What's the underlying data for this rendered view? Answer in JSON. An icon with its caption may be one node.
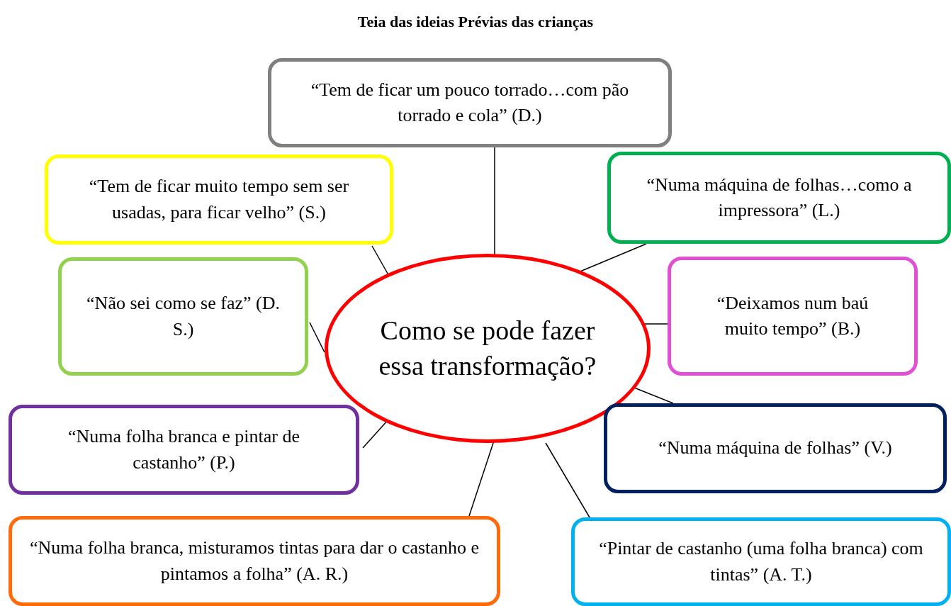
{
  "diagram": {
    "title": "Teia das ideias Prévias das crianças",
    "nodes": [
      {
        "text": [
          "“Tem de ficar um pouco torrado…com pão torrado e cola” (D.)"
        ]
      },
      {
        "text": [
          "“Tem de ficar muito tempo sem ser usadas, para ficar velho” (S.)"
        ]
      },
      {
        "text": [
          "“Numa máquina de folhas…como a impressora” (L.)"
        ]
      },
      {
        "text": [
          "“Não sei como se faz” (D. S.)"
        ]
      },
      {
        "text": [
          "Como se pode fazer essa transformação?"
        ]
      },
      {
        "text": [
          "“Deixamos num baú muito tempo” (B.)"
        ]
      },
      {
        "text": [
          "“Numa folha branca e pintar de castanho” (P.)"
        ]
      },
      {
        "text": [
          "“Numa máquina de folhas” (V.)"
        ]
      },
      {
        "text": [
          "“Numa folha branca, misturamos tintas para dar o castanho e pintamos a folha” (A. R.)"
        ]
      },
      {
        "text": [
          "“Pintar de castanho (uma folha branca) com tintas” (A. T.)"
        ]
      }
    ],
    "edges": [
      {
        "from": 4,
        "to": 0,
        "arrow": "none"
      },
      {
        "from": 4,
        "to": 1,
        "arrow": "none"
      },
      {
        "from": 4,
        "to": 2,
        "arrow": "none"
      },
      {
        "from": 4,
        "to": 3,
        "arrow": "none"
      },
      {
        "from": 4,
        "to": 5,
        "arrow": "none"
      },
      {
        "from": 4,
        "to": 6,
        "arrow": "none"
      },
      {
        "from": 4,
        "to": 7,
        "arrow": "none"
      },
      {
        "from": 4,
        "to": 8,
        "arrow": "none"
      },
      {
        "from": 4,
        "to": 9,
        "arrow": "none"
      }
    ]
  }
}
